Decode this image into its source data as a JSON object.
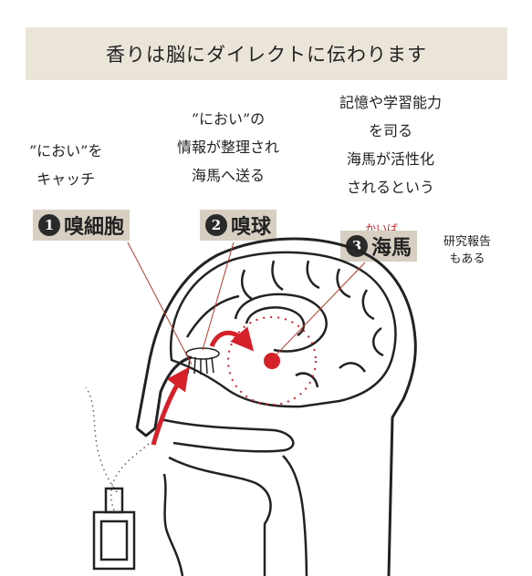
{
  "banner": "香りは脳にダイレクトに伝わります",
  "notes": {
    "catch": [
      "”におい”を",
      "キャッチ"
    ],
    "organize": [
      "”におい”の",
      "情報が整理され",
      "海馬へ送る"
    ],
    "memory": [
      "記憶や学習能力",
      "を司る",
      "海馬が活性化",
      "されるという"
    ]
  },
  "labels": [
    {
      "num": "1",
      "text": "嗅細胞"
    },
    {
      "num": "2",
      "text": "嗅球"
    },
    {
      "num": "3",
      "text": "海馬"
    }
  ],
  "hippocampus_reading": "かいば",
  "report": [
    "研究報告",
    "もある"
  ],
  "colors": {
    "accent": "#d6202a",
    "banner_bg": "#ebe5d9",
    "label_bg": "#d6cfc2"
  }
}
